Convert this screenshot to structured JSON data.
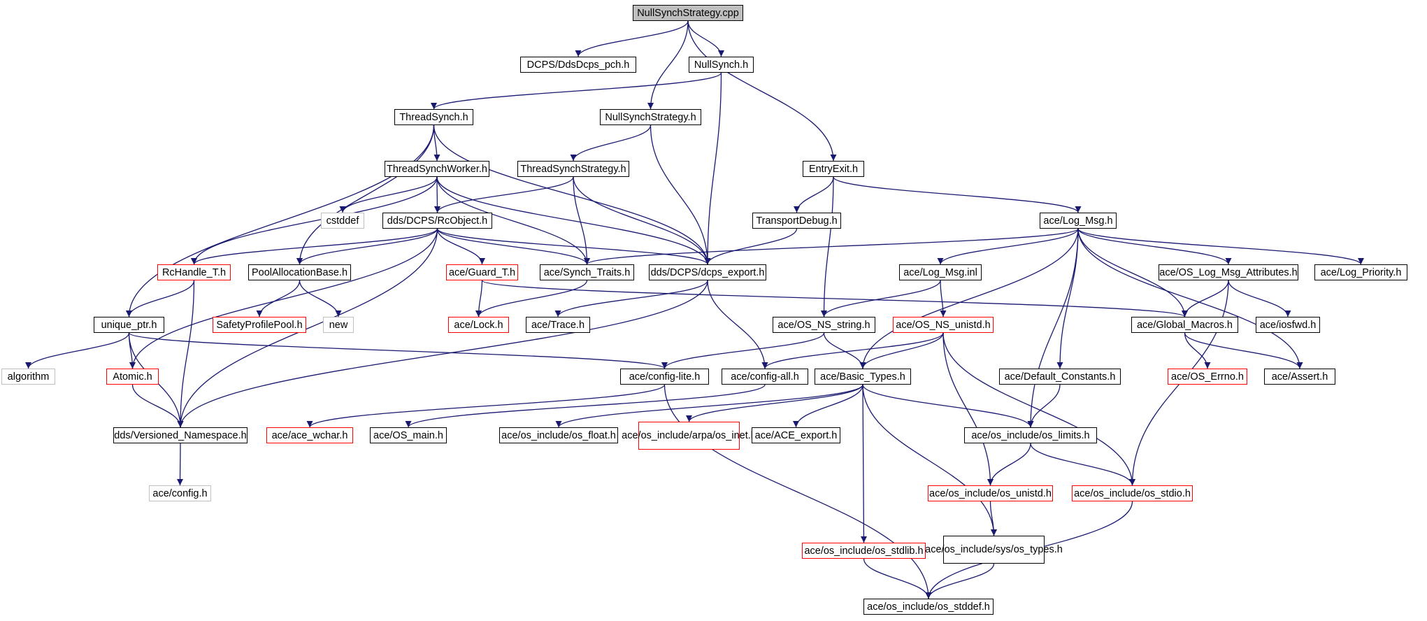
{
  "colors": {
    "edge": "#191970",
    "normal_border": "#000000",
    "incomplete_border": "#ff0000",
    "external_border": "#bfbfbf",
    "root_fill": "#bfbfbf"
  },
  "nodes": {
    "nullsynchstrategy_cpp": "NullSynchStrategy.cpp",
    "ddsdcps_pch": "DCPS/DdsDcps_pch.h",
    "nullsynch": "NullSynch.h",
    "threadsynch": "ThreadSynch.h",
    "nullsynchstrategy_h": "NullSynchStrategy.h",
    "entryexit": "EntryExit.h",
    "threadsynchworker": "ThreadSynchWorker.h",
    "threadsynchstrategy": "ThreadSynchStrategy.h",
    "cstddef": "cstddef",
    "rcobject": "dds/DCPS/RcObject.h",
    "transportdebug": "TransportDebug.h",
    "log_msg": "ace/Log_Msg.h",
    "rchandle": "RcHandle_T.h",
    "poolallocationbase": "PoolAllocationBase.h",
    "guard": "ace/Guard_T.h",
    "synch_traits": "ace/Synch_Traits.h",
    "dcps_export": "dds/DCPS/dcps_export.h",
    "log_msg_inl": "ace/Log_Msg.inl",
    "os_log_msg_attributes": "ace/OS_Log_Msg_Attributes.h",
    "log_priority": "ace/Log_Priority.h",
    "unique_ptr": "unique_ptr.h",
    "safetyprofilepool": "SafetyProfilePool.h",
    "new": "new",
    "lock": "ace/Lock.h",
    "trace": "ace/Trace.h",
    "os_ns_string": "ace/OS_NS_string.h",
    "os_ns_unistd": "ace/OS_NS_unistd.h",
    "global_macros": "ace/Global_Macros.h",
    "iosfwd": "ace/iosfwd.h",
    "algorithm": "algorithm",
    "atomic": "Atomic.h",
    "config_lite": "ace/config-lite.h",
    "config_all": "ace/config-all.h",
    "basic_types": "ace/Basic_Types.h",
    "default_constants": "ace/Default_Constants.h",
    "os_errno": "ace/OS_Errno.h",
    "assert": "ace/Assert.h",
    "versioned_namespace": "dds/Versioned_Namespace.h",
    "ace_wchar": "ace/ace_wchar.h",
    "os_main": "ace/OS_main.h",
    "os_float": "ace/os_include/os_float.h",
    "os_inet_1": "ace/os_include/arpa",
    "os_inet_2": "/os_inet.h",
    "ace_export": "ace/ACE_export.h",
    "os_limits": "ace/os_include/os_limits.h",
    "config_h": "ace/config.h",
    "os_unistd": "ace/os_include/os_unistd.h",
    "os_stdio": "ace/os_include/os_stdio.h",
    "os_stdlib": "ace/os_include/os_stdlib.h",
    "os_types_1": "ace/os_include/sys",
    "os_types_2": "/os_types.h",
    "os_stddef": "ace/os_include/os_stddef.h"
  }
}
